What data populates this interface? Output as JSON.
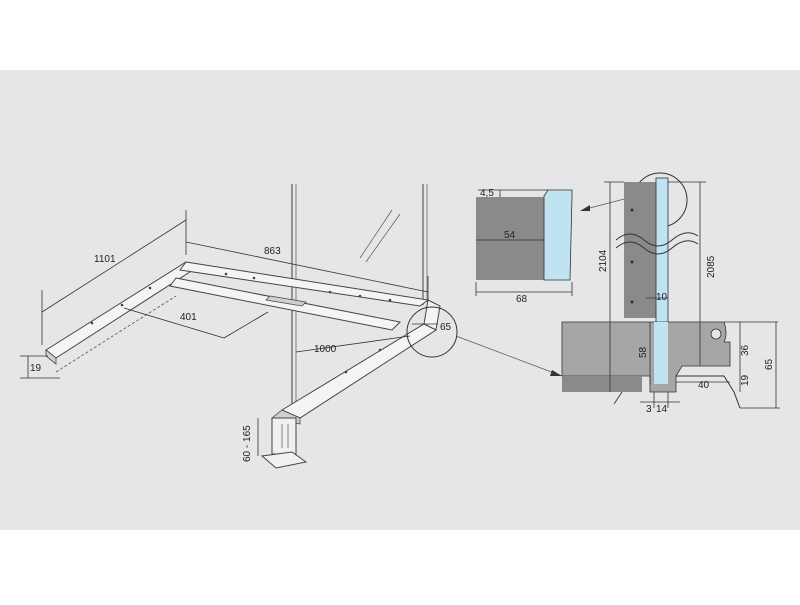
{
  "colors": {
    "background": "#ffffff",
    "panel": "#e6e6e8",
    "metal": "#8a8a8c",
    "metal_light": "#a6a6a8",
    "glass": "#bfe3f0",
    "line": "#444444"
  },
  "dimensions": {
    "left_length": "1101",
    "top_length": "863",
    "inner_length": "401",
    "front_length": "1000",
    "left_height": "19",
    "corner": "65",
    "leg_height": "60 - 165",
    "profile_top": "4,5",
    "profile_inner": "54",
    "profile_width": "68",
    "height_outer": "2104",
    "height_inner": "2085",
    "glass_gap": "10",
    "glass_depth": "58",
    "base_left": "3",
    "base_mid": "14",
    "base_right": "40",
    "step_height": "36",
    "step_low": "19",
    "base_total": "65"
  }
}
